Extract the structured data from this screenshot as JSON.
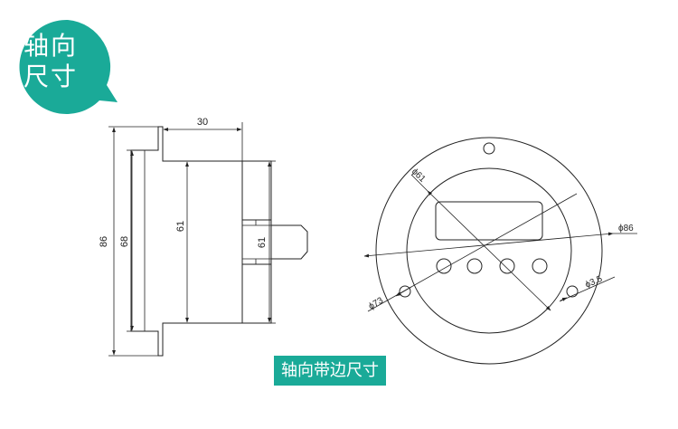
{
  "badge": {
    "line1": "轴向",
    "line2": "尺寸",
    "color": "#1aaa98"
  },
  "caption": {
    "text": "轴向带边尺寸",
    "color": "#1aaa98"
  },
  "side_view": {
    "dim_top": "30",
    "dim_86": "86",
    "dim_68": "68",
    "dim_61_inner": "61",
    "dim_61_right": "61"
  },
  "front_view": {
    "dim_d61": "ϕ61",
    "dim_d86": "ϕ86",
    "dim_d73": "ϕ73",
    "dim_d35": "ϕ3.5"
  }
}
